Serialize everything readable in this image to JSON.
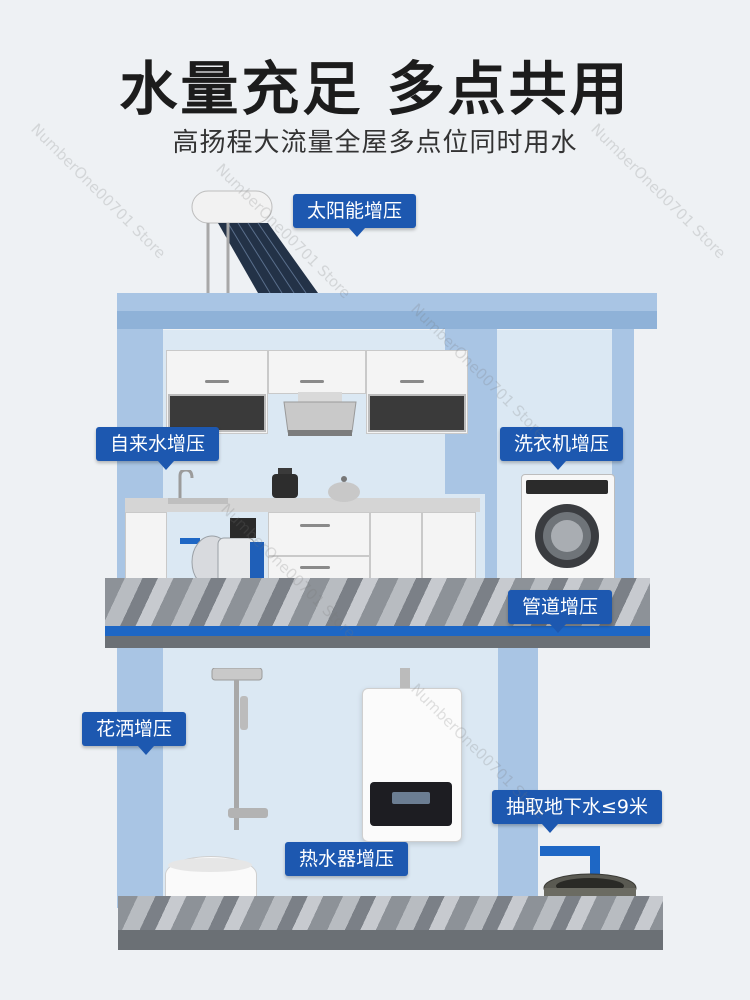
{
  "header": {
    "title": "水量充足 多点共用",
    "subtitle": "高扬程大流量全屋多点位同时用水"
  },
  "labels": {
    "solar": "太阳能增压",
    "tap": "自来水增压",
    "washer": "洗衣机增压",
    "pipe": "管道增压",
    "shower": "花洒增压",
    "underground": "抽取地下水≤9米",
    "heater": "热水器增压"
  },
  "watermark": "NumberOne00701 Store",
  "colors": {
    "tag_bg": "#1d58b0",
    "wall": "#a9c5e4",
    "pipe": "#1e67c5"
  }
}
